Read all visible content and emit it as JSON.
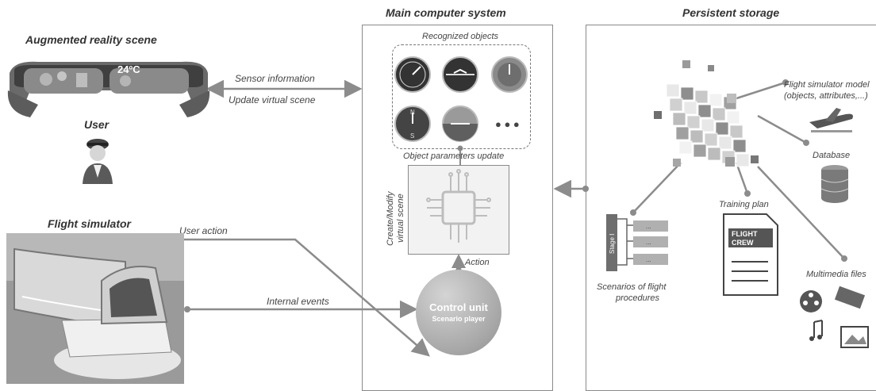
{
  "headers": {
    "ar_scene": "Augmented reality scene",
    "user": "User",
    "flight_sim": "Flight simulator",
    "main_computer": "Main computer system",
    "storage": "Persistent storage"
  },
  "arrows": {
    "sensor_info": "Sensor information",
    "update_scene": "Update virtual scene",
    "user_action": "User action",
    "internal_events": "Internal events",
    "object_params": "Object parameters update",
    "action": "Action"
  },
  "glasses": {
    "temperature": "24ºC"
  },
  "main": {
    "recognized_objects": "Recognized objects",
    "create_modify_1": "Create/Modify",
    "create_modify_2": "virtual scene",
    "control_unit": "Control unit",
    "scenario_player": "Scenario player",
    "more_dots": "● ● ●"
  },
  "storage": {
    "model_line1": "Flight simulator model",
    "model_line2": "(objects, attributes,...)",
    "database": "Database",
    "training_plan": "Training plan",
    "multimedia": "Multimedia files",
    "scenarios_line1": "Scenarios of flight",
    "scenarios_line2": "procedures",
    "stage": "Stage I",
    "step_label": "...",
    "doc_line1": "FLIGHT",
    "doc_line2": "CREW"
  },
  "colors": {
    "line": "#8c8c8c",
    "accent": "#9a9a9a",
    "circle": "#b0b0b0"
  }
}
